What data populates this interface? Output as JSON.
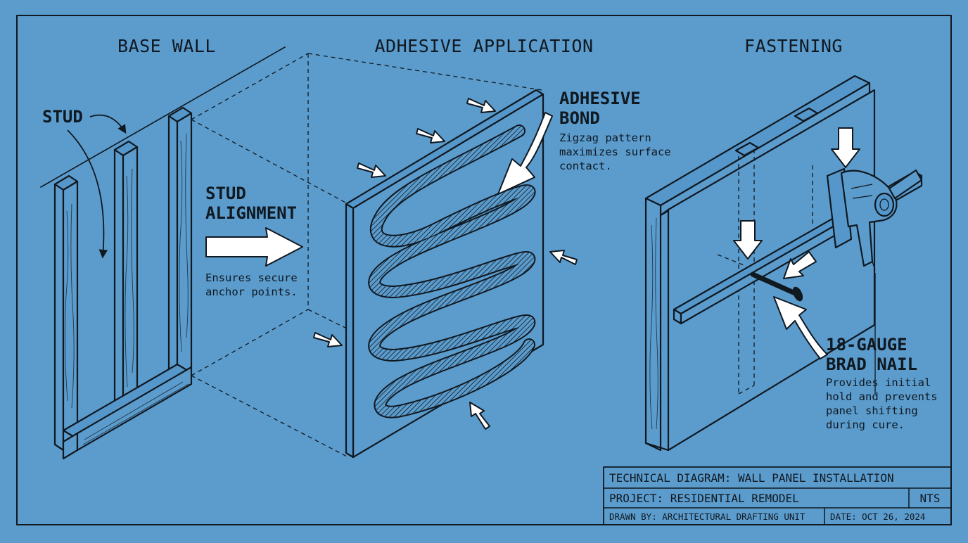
{
  "panels": {
    "base_wall": {
      "heading": "BASE WALL",
      "stud_label": "STUD",
      "alignment_title_1": "STUD",
      "alignment_title_2": "ALIGNMENT",
      "alignment_note_1": "Ensures secure",
      "alignment_note_2": "anchor points."
    },
    "adhesive": {
      "heading": "ADHESIVE APPLICATION",
      "callout_1": "ADHESIVE",
      "callout_2": "BOND",
      "note_1": "Zigzag pattern",
      "note_2": "maximizes surface",
      "note_3": "contact."
    },
    "fastening": {
      "heading": "FASTENING",
      "callout_1": "18-GAUGE",
      "callout_2": "BRAD NAIL",
      "note_1": "Provides initial",
      "note_2": "hold and prevents",
      "note_3": "panel shifting",
      "note_4": "during cure."
    }
  },
  "title_block": {
    "title": "TECHNICAL DIAGRAM: WALL PANEL INSTALLATION",
    "project": "PROJECT: RESIDENTIAL REMODEL",
    "scale": "NTS",
    "drawn_by": "DRAWN BY: ARCHITECTURAL DRAFTING UNIT",
    "date": "DATE: OCT 26, 2024"
  },
  "colors": {
    "background": "#5b9ccd",
    "ink": "#101820",
    "arrow_fill": "#ffffff"
  },
  "icons": [
    "nail-gun-icon",
    "brad-nail-icon",
    "pressure-arrow-icon"
  ]
}
